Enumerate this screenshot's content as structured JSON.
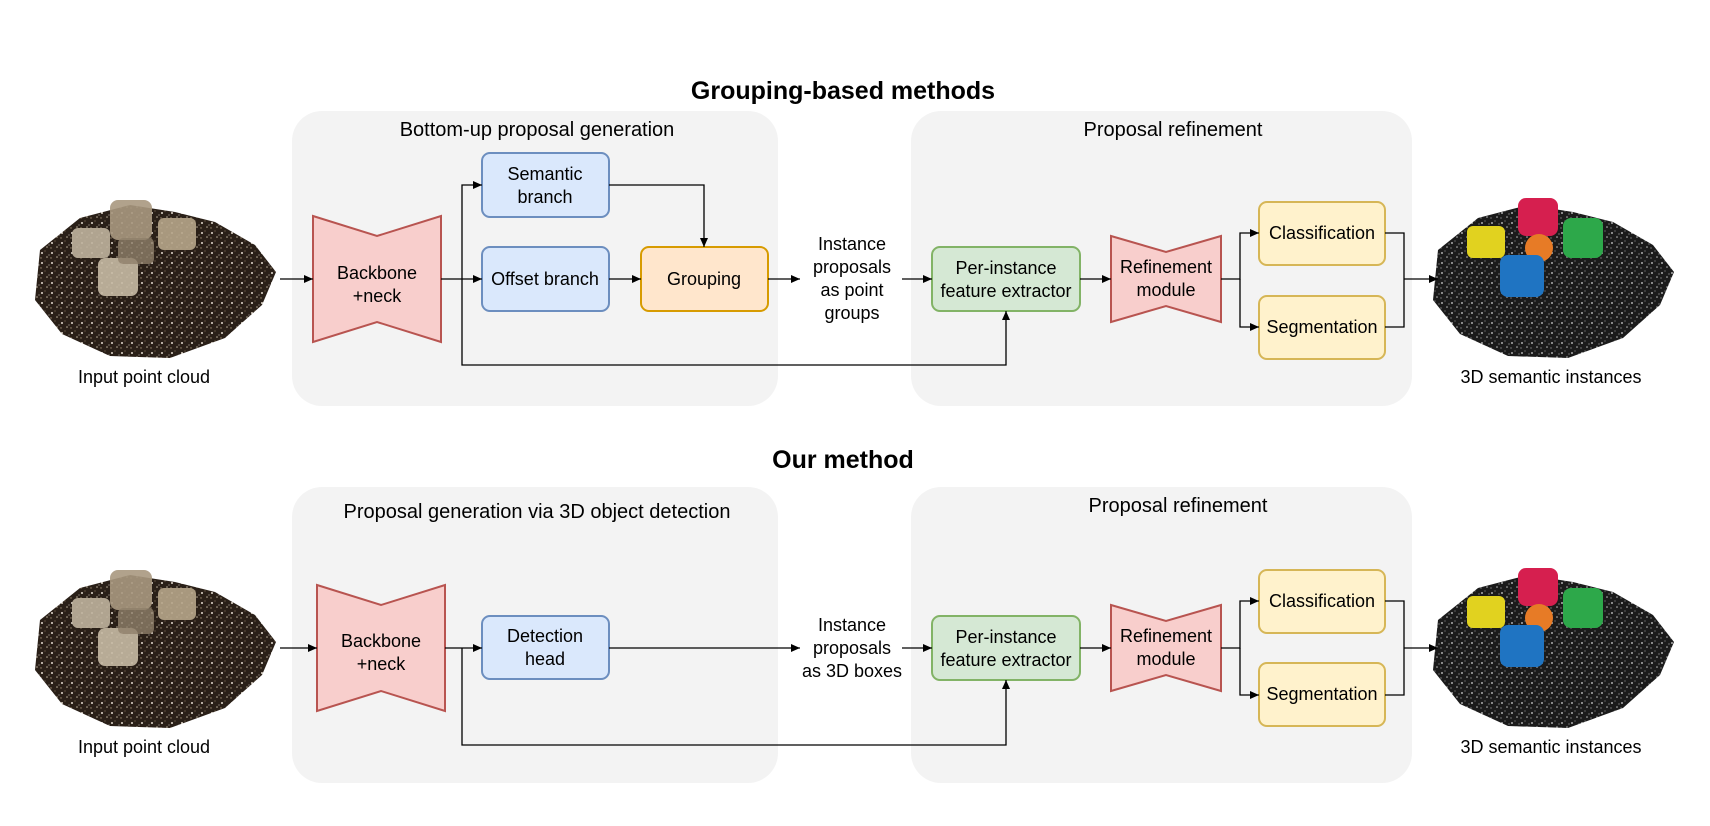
{
  "rows": [
    {
      "title": "Grouping-based methods",
      "left_group": "Bottom-up proposal generation",
      "right_group": "Proposal refinement",
      "input_label": "Input point cloud",
      "output_label": "3D semantic instances",
      "backbone": [
        "Backbone",
        "+neck"
      ],
      "semantic_branch": [
        "Semantic",
        "branch"
      ],
      "offset_branch": "Offset branch",
      "grouping": "Grouping",
      "proposals": [
        "Instance",
        "proposals",
        "as point",
        "groups"
      ],
      "extractor": [
        "Per-instance",
        "feature extractor"
      ],
      "refinement": [
        "Refinement",
        "module"
      ],
      "classification": "Classification",
      "segmentation": "Segmentation"
    },
    {
      "title": "Our method",
      "left_group": "Proposal generation via 3D object detection",
      "right_group": "Proposal refinement",
      "input_label": "Input point cloud",
      "output_label": "3D semantic instances",
      "backbone": [
        "Backbone",
        "+neck"
      ],
      "detection_head": [
        "Detection",
        "head"
      ],
      "proposals": [
        "Instance",
        "proposals",
        "as 3D boxes"
      ],
      "extractor": [
        "Per-instance",
        "feature extractor"
      ],
      "refinement": [
        "Refinement",
        "module"
      ],
      "classification": "Classification",
      "segmentation": "Segmentation"
    }
  ],
  "colors": {
    "panel": "#f3f3f3",
    "blue_fill": "#dae8fc",
    "blue_stroke": "#6c8ebf",
    "orange_fill": "#ffe6cc",
    "orange_stroke": "#d79b00",
    "green_fill": "#d5e8d4",
    "green_stroke": "#82b366",
    "yellow_fill": "#fff2cc",
    "yellow_stroke": "#d6b656",
    "red_fill": "#f8cecc",
    "red_stroke": "#b85450"
  }
}
